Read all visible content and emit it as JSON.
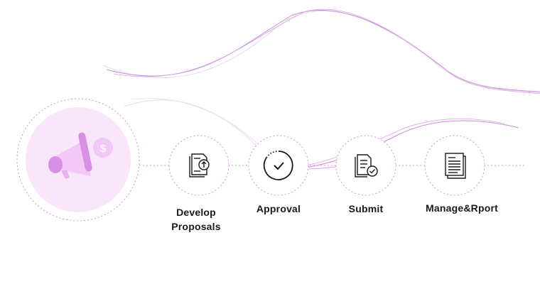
{
  "colors": {
    "accent": "#d690e4",
    "accent_light": "#f6defa",
    "accent_soft": "#f9ecfb",
    "icon_dark": "#1a1a1a",
    "curve": "#cf8ae0",
    "curve_faint": "#e9d9ec"
  },
  "hero": {
    "icon": "megaphone-icon",
    "badge": "$"
  },
  "steps": [
    {
      "lines": [
        "Develop",
        "Proposals"
      ],
      "icon": "document-upload-icon"
    },
    {
      "lines": [
        "Approval"
      ],
      "icon": "check-circle-icon"
    },
    {
      "lines": [
        "Submit"
      ],
      "icon": "document-check-icon"
    },
    {
      "lines": [
        "Manage&Rport"
      ],
      "icon": "report-document-icon"
    }
  ]
}
